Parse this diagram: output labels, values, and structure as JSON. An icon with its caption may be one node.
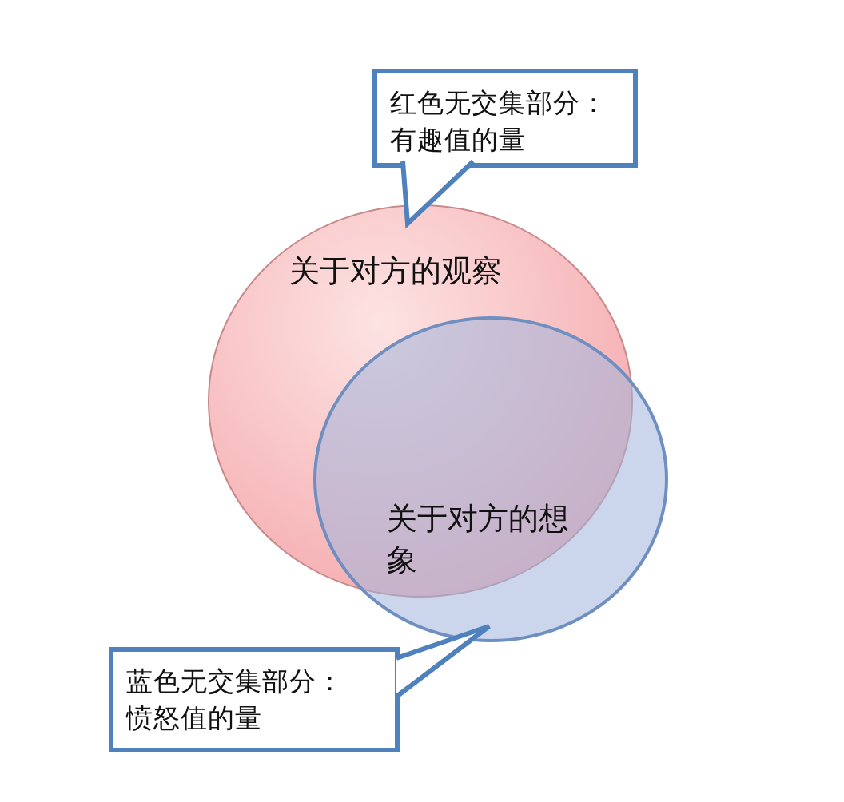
{
  "diagram": {
    "nodes": [
      {
        "text": [
          "关于对方的观察"
        ]
      },
      {
        "text": [
          "关于对方的想象"
        ]
      },
      {
        "text": [
          "红色无交集部分：有趣值的量"
        ]
      },
      {
        "text": [
          "蓝色无交集部分：愤怒值的量"
        ]
      }
    ],
    "edges": [
      {
        "from": 2,
        "to": 0,
        "arrow": "to"
      },
      {
        "from": 3,
        "to": 1,
        "arrow": "to"
      }
    ]
  }
}
